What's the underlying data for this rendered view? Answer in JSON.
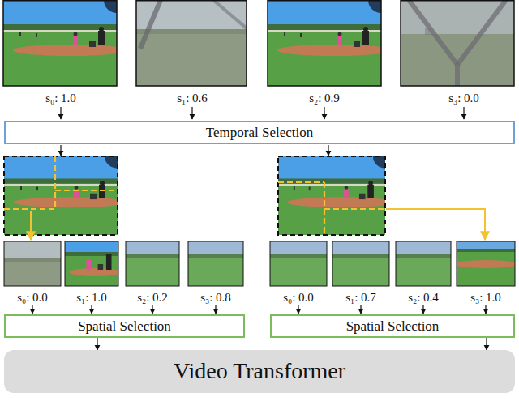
{
  "diagram": {
    "nodes": [
      {
        "text": [
          "Temporal Selection"
        ]
      },
      {
        "text": [
          "Spatial Selection"
        ]
      },
      {
        "text": [
          "Spatial Selection"
        ]
      },
      {
        "text": [
          "Video Transformer"
        ]
      }
    ],
    "edges": [
      {
        "from": 1,
        "to": 3,
        "arrow": "to"
      },
      {
        "from": 2,
        "to": 3,
        "arrow": "to"
      }
    ],
    "labels": [
      "s₀: 1.0",
      "s₁: 0.6",
      "s₂: 0.9",
      "s₃: 0.0",
      "s₀: 0.0",
      "s₁: 1.0",
      "s₂: 0.2",
      "s₃: 0.8",
      "s₀: 0.0",
      "s₁: 0.7",
      "s₂: 0.4",
      "s₃: 1.0"
    ]
  }
}
